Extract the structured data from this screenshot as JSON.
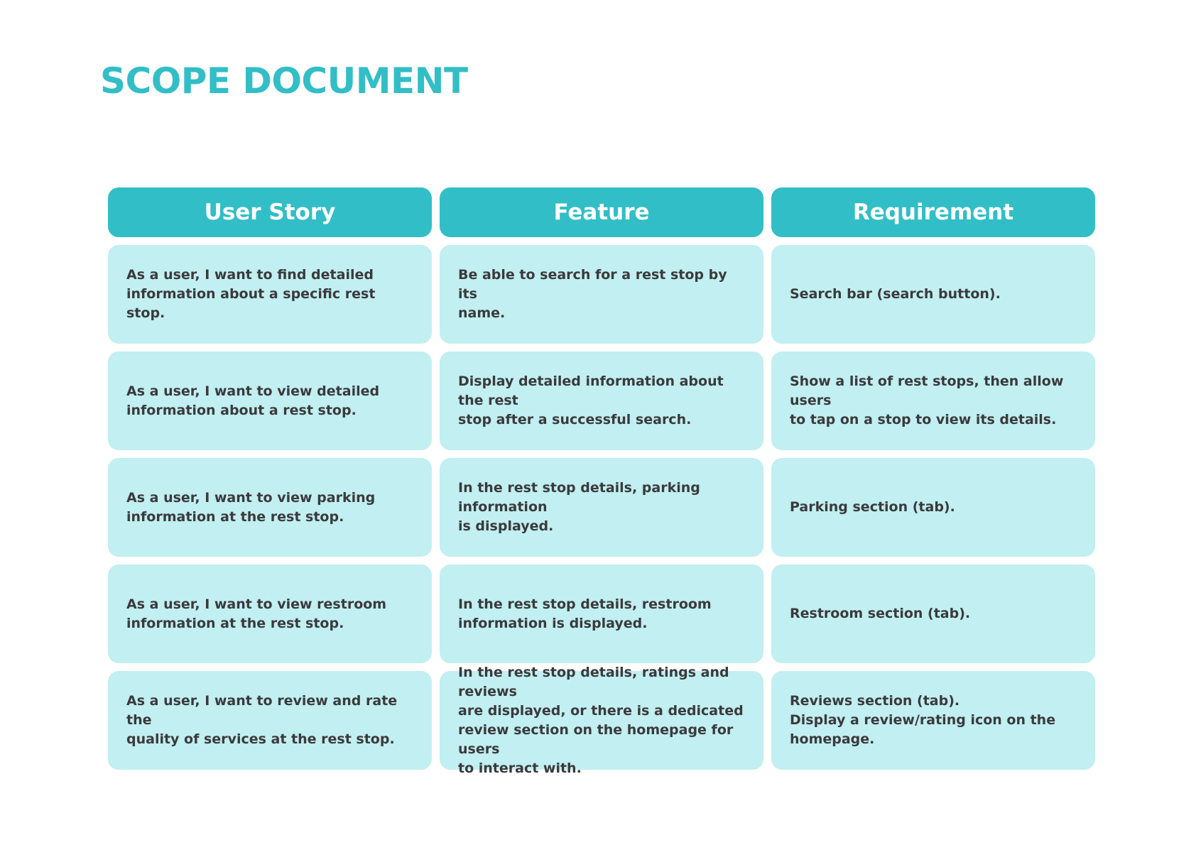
{
  "title": "SCOPE DOCUMENT",
  "columns": [
    "User Story",
    "Feature",
    "Requirement"
  ],
  "rows": [
    {
      "user_story": "As a user, I want to find detailed\ninformation about a specific rest stop.",
      "feature": "Be able to search for a rest stop by its\nname.",
      "requirement": "Search bar (search button)."
    },
    {
      "user_story": "As a user, I want to view detailed\ninformation about a rest stop.",
      "feature": "Display detailed information about the rest\nstop after a successful search.",
      "requirement": "Show a list of rest stops, then allow users\nto tap on a stop to view its details."
    },
    {
      "user_story": "As a user, I want to view parking\ninformation at the rest stop.",
      "feature": "In the rest stop details, parking information\nis displayed.",
      "requirement": "Parking section (tab)."
    },
    {
      "user_story": "As a user, I want to view restroom\ninformation at the rest stop.",
      "feature": "In the rest stop details, restroom\ninformation is displayed.",
      "requirement": "Restroom section (tab)."
    },
    {
      "user_story": "As a user, I want to review and rate the\nquality of services at the rest stop.",
      "feature": "In the rest stop details, ratings and reviews\nare displayed, or there is a dedicated\nreview section on the homepage for users\nto interact with.",
      "requirement": "Reviews section (tab).\nDisplay a review/rating icon on the\nhomepage."
    }
  ],
  "colors": {
    "accent": "#32bec6",
    "cell_background": "#c2eff1",
    "text": "#3a3a3c"
  }
}
